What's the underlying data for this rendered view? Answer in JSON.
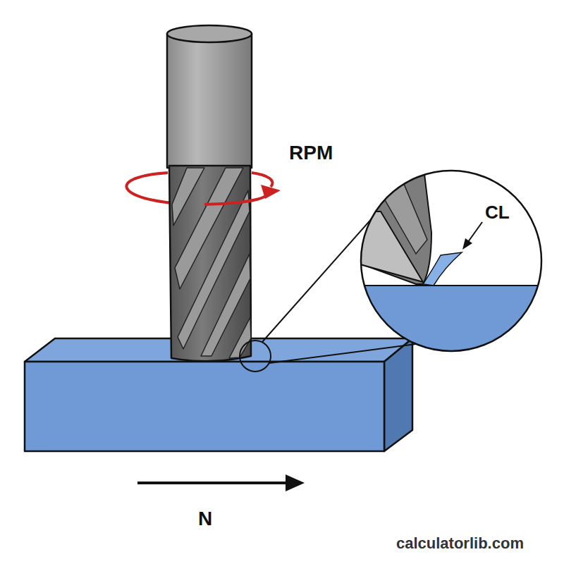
{
  "diagram": {
    "labels": [
      "RPM",
      "CL",
      "N",
      "calculatorlib.com"
    ]
  }
}
